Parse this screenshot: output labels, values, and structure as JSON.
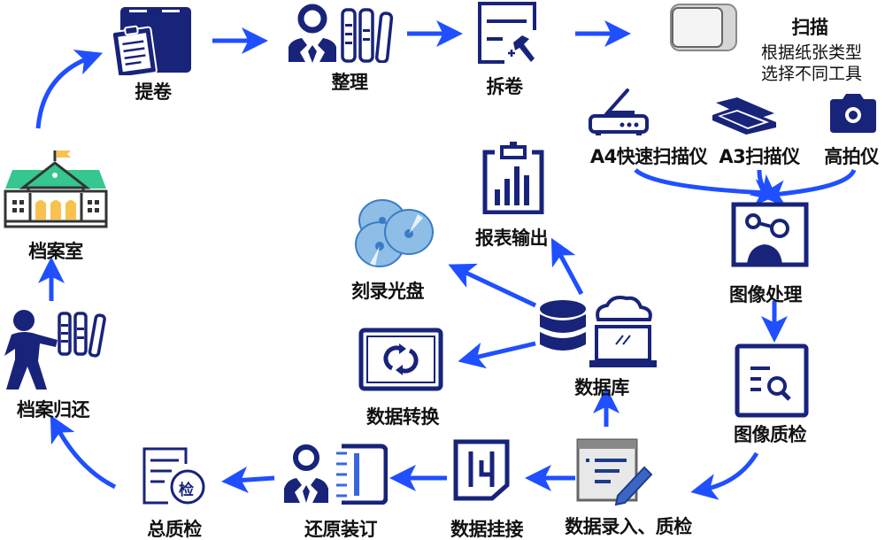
{
  "colors": {
    "navy": "#18237a",
    "arrow": "#1f4fff",
    "disc": "#8ebde6",
    "green": "#36c690",
    "yellow": "#f7c24e"
  },
  "steps": {
    "tijuan": "提卷",
    "zhengli": "整理",
    "chaijuan": "拆卷",
    "scan_title": "扫描",
    "scan_sub1": "根据纸张类型",
    "scan_sub2": "选择不同工具",
    "a4": "A4快速扫描仪",
    "a3": "A3扫描仪",
    "gaopai": "高拍仪",
    "image_process": "图像处理",
    "image_qc": "图像质检",
    "entry_qc": "数据录入、质检",
    "database": "数据库",
    "report": "报表输出",
    "burn": "刻录光盘",
    "convert": "数据转换",
    "mount": "数据挂接",
    "rebind": "还原装订",
    "final_qc": "总质检",
    "final_qc_badge": "检",
    "return": "档案归还",
    "archive_room": "档案室"
  }
}
